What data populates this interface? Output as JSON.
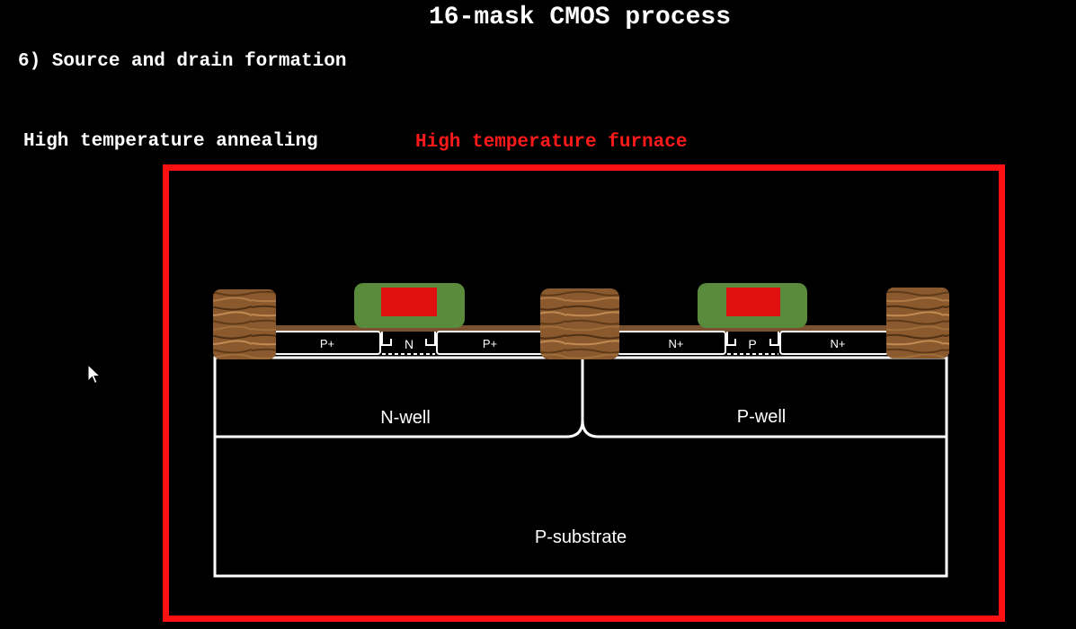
{
  "slide": {
    "title": "16-mask CMOS process",
    "step": "6) Source and drain formation",
    "action": "High temperature annealing",
    "equipment": "High temperature furnace"
  },
  "cross_section": {
    "substrate": "P-substrate",
    "wells": [
      "N-well",
      "P-well"
    ],
    "pmos_regions": {
      "source": "P+",
      "channel": "N",
      "drain": "P+"
    },
    "nmos_regions": {
      "source": "N+",
      "channel": "P",
      "drain": "N+"
    }
  },
  "colors": {
    "furnace_border": "#ff1111",
    "gate_poly": "#e01010",
    "spacer": "#5a8a3c",
    "field_oxide": "#8a5a2e",
    "outline": "#ffffff"
  },
  "icons": [
    "mouse-cursor-icon"
  ]
}
